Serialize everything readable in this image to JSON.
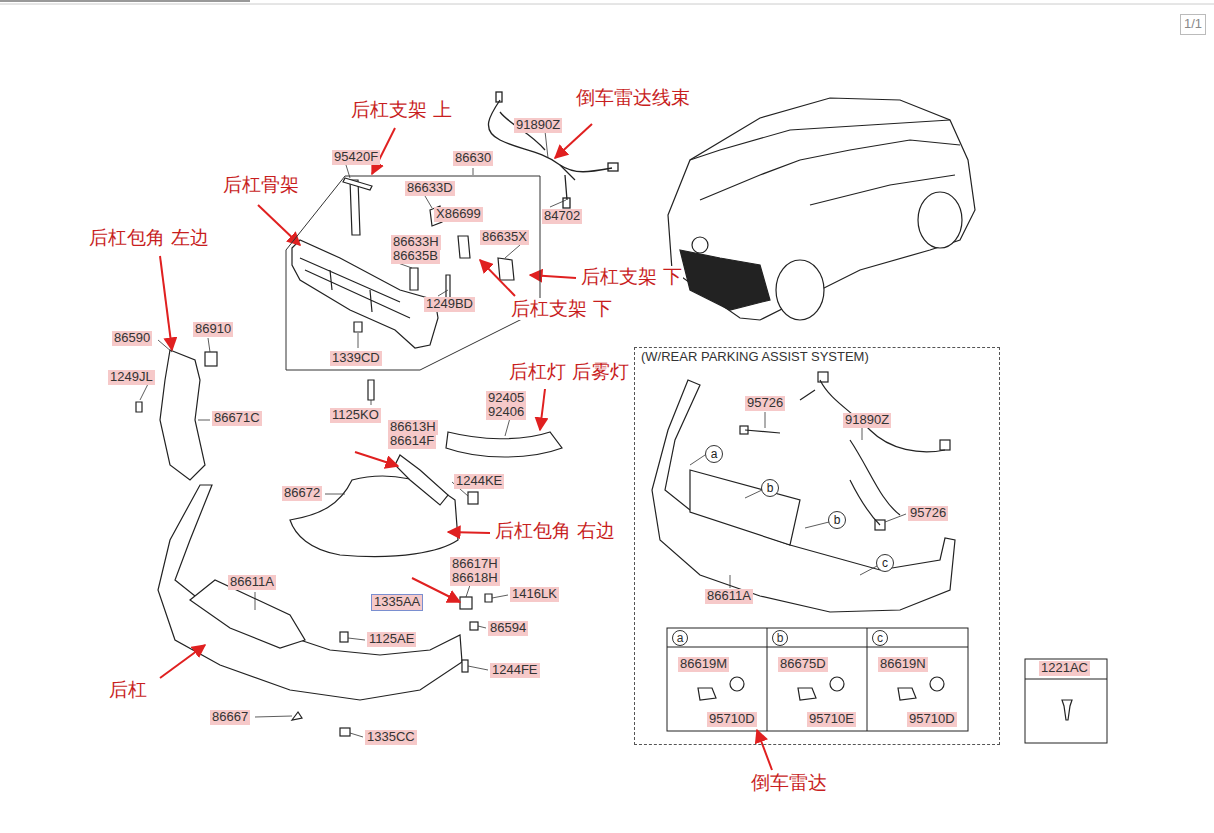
{
  "diagram": {
    "nodes": [
      {
        "text": [
          "86630"
        ]
      },
      {
        "text": [
          "(W/REAR PARKING ASSIST SYSTEM)"
        ]
      },
      {
        "text": [
          "a",
          "86619M",
          "95710D"
        ],
        "in": 1
      },
      {
        "text": [
          "b",
          "86675D",
          "95710E"
        ],
        "in": 1
      },
      {
        "text": [
          "c",
          "86619N",
          "95710D"
        ],
        "in": 1
      },
      {
        "text": [
          "1221AC"
        ]
      }
    ],
    "labels": [
      "1/1",
      "后杠支架 上",
      "倒车雷达线束",
      "91890Z",
      "95420F",
      "后杠骨架",
      "86633D",
      "84702",
      "X86699",
      "86635X",
      "后杠包角 左边",
      "86633H",
      "86635B",
      "后杠支架 下",
      "后杠支架 下",
      "1249BD",
      "86590",
      "86910",
      "1339CD",
      "1249JL",
      "后杠灯 后雾灯",
      "92405",
      "92406",
      "1125KO",
      "86671C",
      "86613H",
      "86614F",
      "1244KE",
      "86672",
      "后杠包角 右边",
      "86617H",
      "86618H",
      "86611A",
      "1335AA",
      "1416LK",
      "86594",
      "1125AE",
      "1244FE",
      "后杠",
      "86667",
      "1335CC",
      "95726",
      "91890Z",
      "a",
      "b",
      "b",
      "95726",
      "c",
      "86611A",
      "倒车雷达"
    ]
  }
}
